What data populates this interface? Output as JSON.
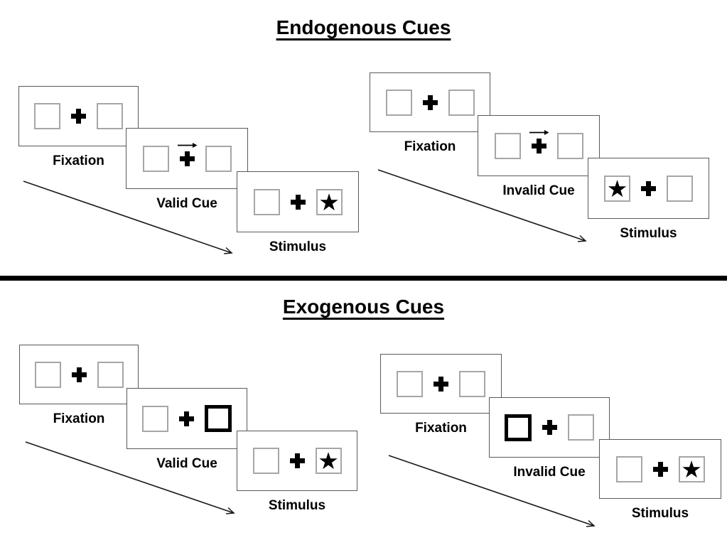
{
  "figure": {
    "colors": {
      "text": "#000000",
      "panel_border": "#595959",
      "box_border": "#a6a6a6",
      "cue_highlight": "#000000",
      "divider": "#000000"
    },
    "icons": {
      "fixation_cross": "heavy-plus-cross",
      "cue_arrow": "right-arrow",
      "star": "★"
    },
    "sections": [
      {
        "title": "Endogenous Cues",
        "sequences": [
          {
            "type": "valid",
            "panels": [
              {
                "label": "Fixation",
                "left_glyph": "",
                "right_glyph": "",
                "cue": "none"
              },
              {
                "label": "Valid Cue",
                "left_glyph": "",
                "right_glyph": "",
                "cue": "right-arrow-above-fixation-cross"
              },
              {
                "label": "Stimulus",
                "left_glyph": "",
                "right_glyph": "★",
                "cue": "none"
              }
            ]
          },
          {
            "type": "invalid",
            "panels": [
              {
                "label": "Fixation",
                "left_glyph": "",
                "right_glyph": "",
                "cue": "none"
              },
              {
                "label": "Invalid Cue",
                "left_glyph": "",
                "right_glyph": "",
                "cue": "right-arrow-above-fixation-cross"
              },
              {
                "label": "Stimulus",
                "left_glyph": "★",
                "right_glyph": "",
                "cue": "none"
              }
            ]
          }
        ]
      },
      {
        "title": "Exogenous Cues",
        "sequences": [
          {
            "type": "valid",
            "panels": [
              {
                "label": "Fixation",
                "left_glyph": "",
                "right_glyph": "",
                "cue": "none"
              },
              {
                "label": "Valid Cue",
                "left_glyph": "",
                "right_glyph": "",
                "cue": "right-box-highlighted"
              },
              {
                "label": "Stimulus",
                "left_glyph": "",
                "right_glyph": "★",
                "cue": "none"
              }
            ]
          },
          {
            "type": "invalid",
            "panels": [
              {
                "label": "Fixation",
                "left_glyph": "",
                "right_glyph": "",
                "cue": "none"
              },
              {
                "label": "Invalid Cue",
                "left_glyph": "",
                "right_glyph": "",
                "cue": "left-box-highlighted"
              },
              {
                "label": "Stimulus",
                "left_glyph": "",
                "right_glyph": "★",
                "cue": "none"
              }
            ]
          }
        ]
      }
    ]
  }
}
